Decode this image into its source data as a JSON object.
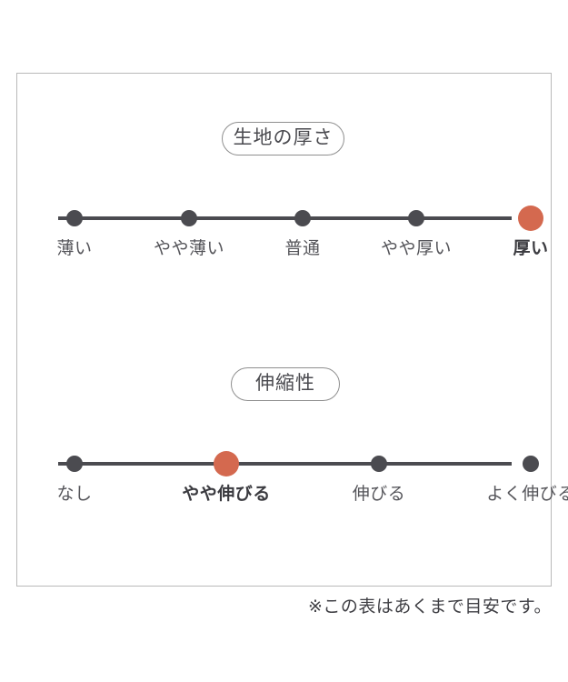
{
  "footnote": "※この表はあくまで目安です。",
  "colors": {
    "accent": "#d4694f",
    "accent_ring": "#dfa293",
    "dot": "#4b4b50",
    "track": "#4b4b50",
    "border": "#b9b9b9",
    "label": "#55555a",
    "label_active": "#3b3b40"
  },
  "chart_data": {
    "type": "scale",
    "title": "",
    "charts": [
      {
        "title": "生地の厚さ",
        "categories": [
          "薄い",
          "やや薄い",
          "普通",
          "やや厚い",
          "厚い"
        ],
        "positions": [
          0,
          25,
          50,
          75,
          100
        ],
        "selected_index": 4,
        "selected_label": "厚い"
      },
      {
        "title": "伸縮性",
        "categories": [
          "なし",
          "やや伸びる",
          "伸びる",
          "よく伸びる"
        ],
        "positions": [
          0,
          33.3,
          66.6,
          100
        ],
        "selected_index": 1,
        "selected_label": "やや伸びる"
      }
    ]
  }
}
